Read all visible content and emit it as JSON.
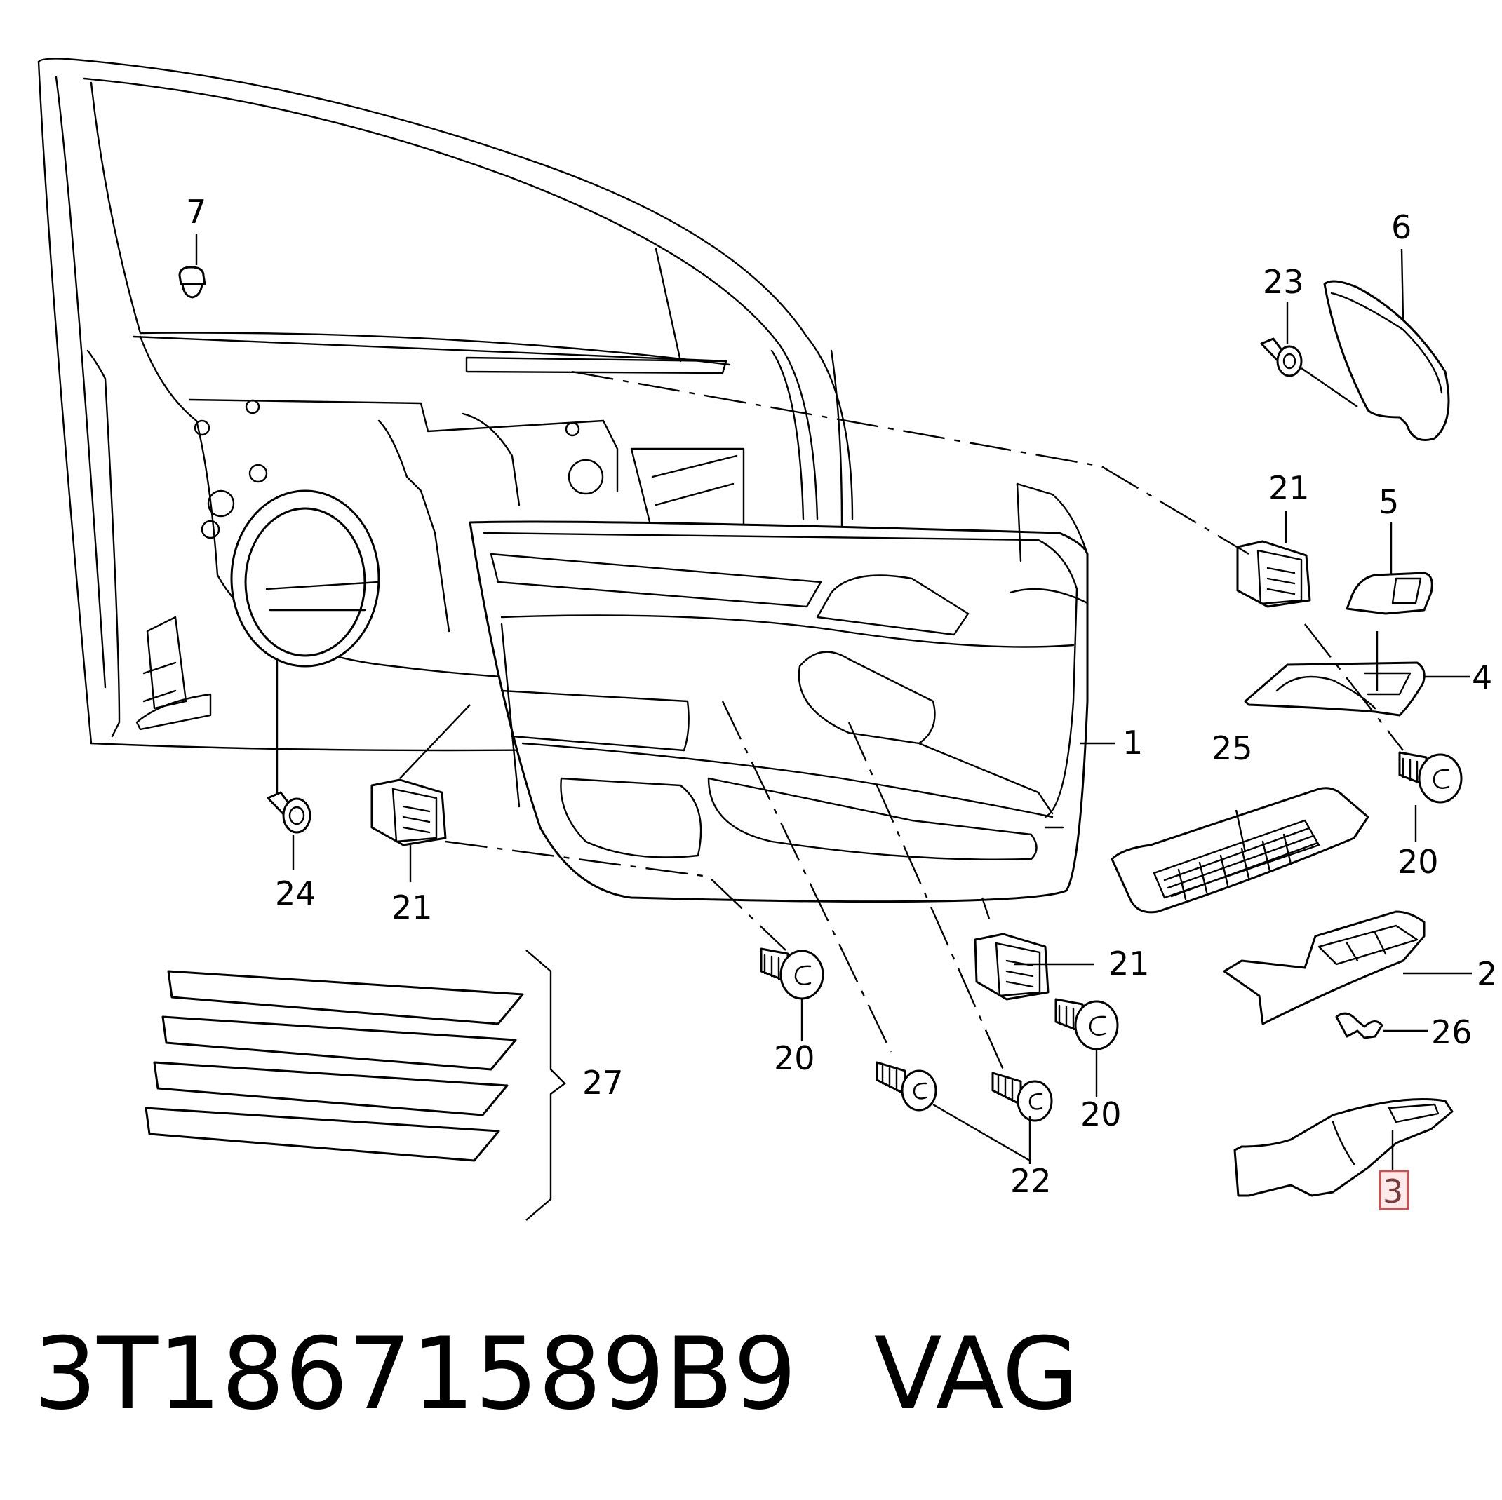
{
  "diagram": {
    "labels": {
      "l1": "1",
      "l2": "2",
      "l3": "3",
      "l4": "4",
      "l5": "5",
      "l6": "6",
      "l7": "7",
      "l20a": "20",
      "l20b": "20",
      "l20c": "20",
      "l21a": "21",
      "l21b": "21",
      "l21c": "21",
      "l22": "22",
      "l23": "23",
      "l24": "24",
      "l25": "25",
      "l26": "26",
      "l27": "27"
    },
    "highlighted_label": "3",
    "highlight_color": "#d94b4b"
  },
  "footer": {
    "part_number": "3T18671589B9",
    "brand": "VAG"
  }
}
